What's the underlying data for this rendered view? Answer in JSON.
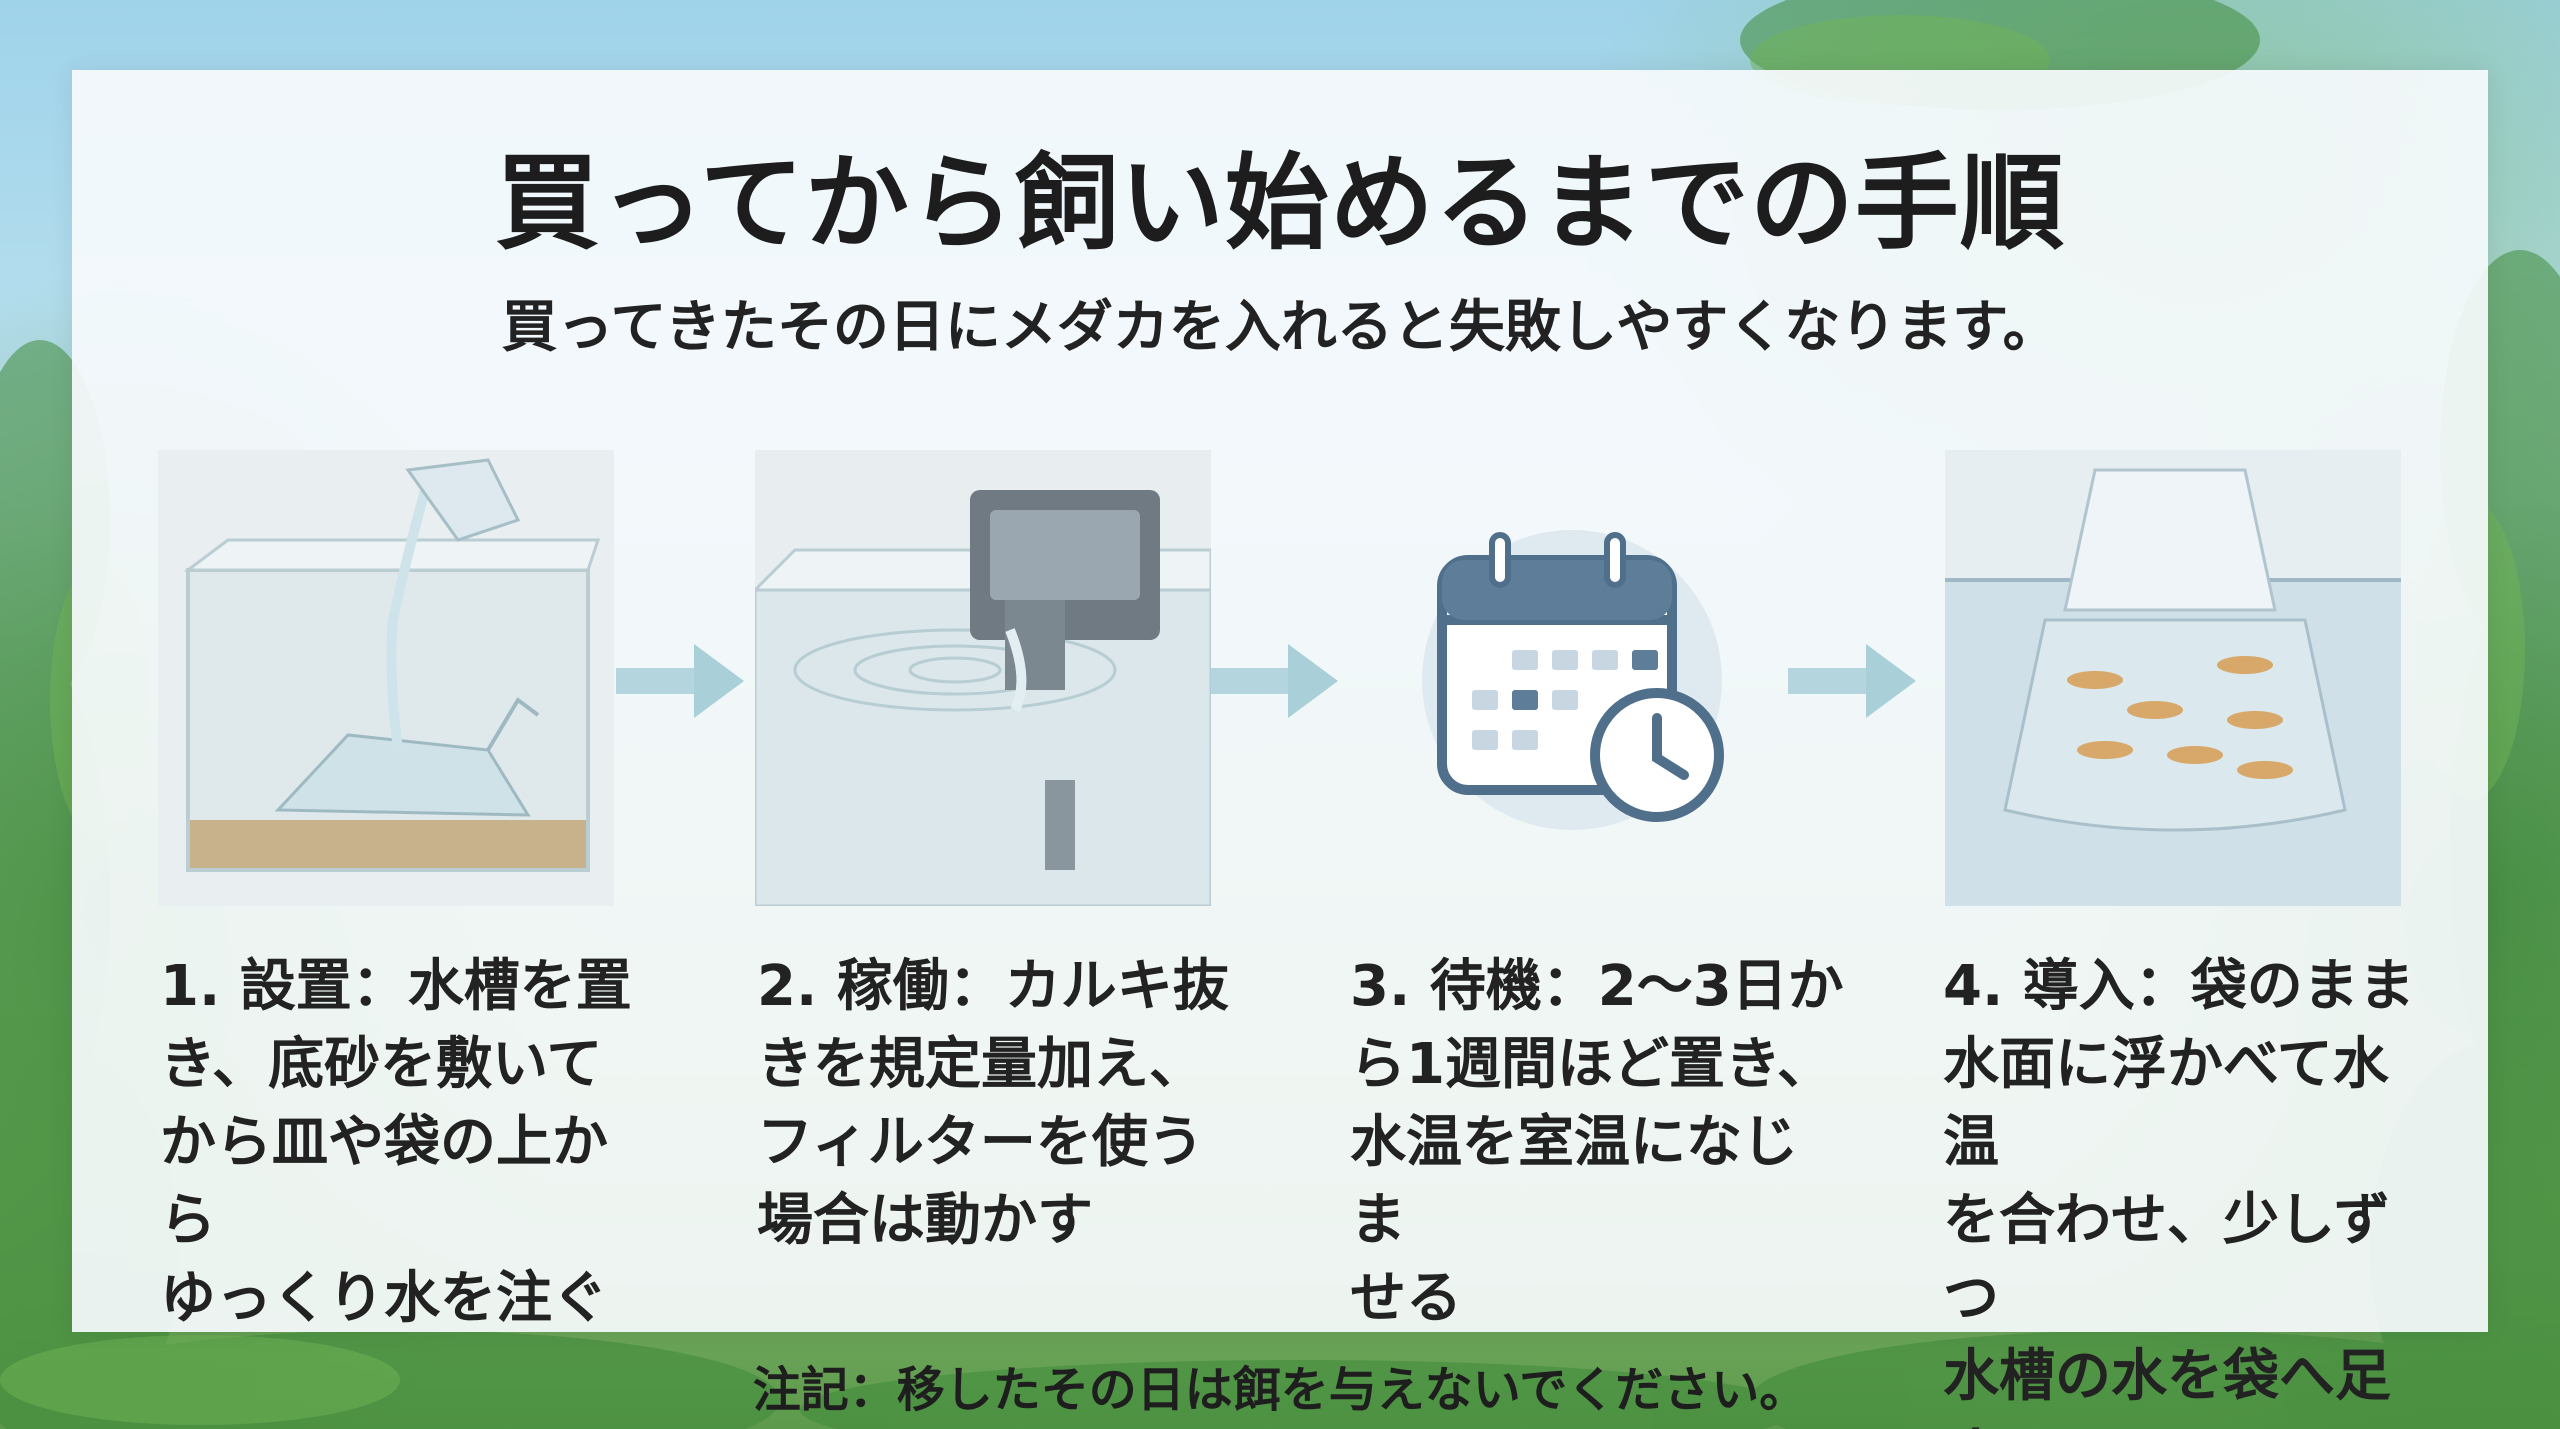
{
  "header": {
    "title": "買ってから飼い始めるまでの手順",
    "subtitle": "買ってきたその日にメダカを入れると失敗しやすくなります。"
  },
  "steps": [
    {
      "number": "1.",
      "lines": [
        "1. 設置：水槽を置",
        "き、底砂を敷いて",
        "から皿や袋の上から",
        "ゆっくり水を注ぐ"
      ],
      "image": "pouring-water-tank-icon"
    },
    {
      "number": "2.",
      "lines": [
        "2. 稼働：カルキ抜",
        "きを規定量加え、",
        "フィルターを使う",
        "場合は動かす"
      ],
      "image": "hang-on-filter-tank-icon"
    },
    {
      "number": "3.",
      "lines": [
        "3. 待機：2〜3日か",
        "ら1週間ほど置き、",
        "水温を室温になじま",
        "せる"
      ],
      "image": "calendar-clock-icon"
    },
    {
      "number": "4.",
      "lines": [
        "4. 導入：袋のまま",
        "水面に浮かべて水温",
        "を合わせ、少しずつ",
        "水槽の水を袋へ足す"
      ],
      "image": "fish-bag-floating-icon"
    }
  ],
  "footer": {
    "note": "注記：移したその日は餌を与えないでください。"
  },
  "colors": {
    "arrow": "#a9cfd9",
    "icon_blue": "#4f6f8a",
    "icon_bg": "#dfe9f0",
    "text": "#222222"
  }
}
